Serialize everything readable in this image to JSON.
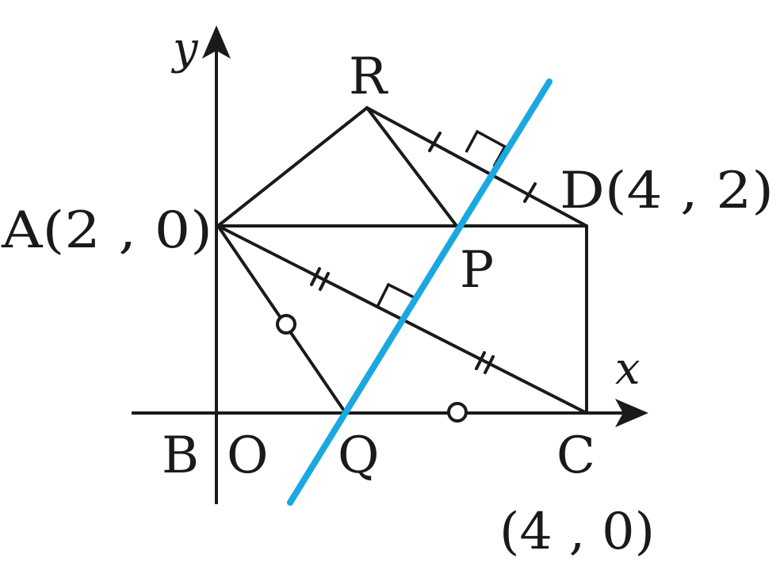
{
  "labels": {
    "y_axis": "y",
    "x_axis": "x",
    "R": "R",
    "D": "D(4 , 2)",
    "A": "A(2 , 0)",
    "P": "P",
    "B": "B",
    "O": "O",
    "Q": "Q",
    "C": "C",
    "C_coord": "(4 , 0)"
  },
  "colors": {
    "ink": "#1a1a1a",
    "bisector": "#1aa8e0"
  }
}
